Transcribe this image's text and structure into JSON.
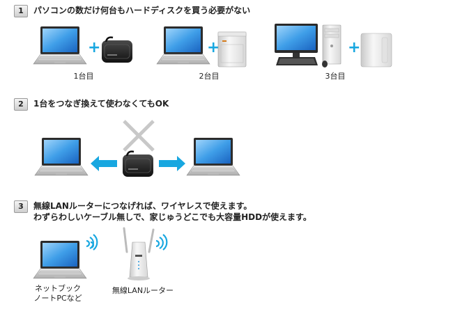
{
  "colors": {
    "accent": "#18a7e0",
    "screen": "#3f9ee8",
    "device": "#222222"
  },
  "section1": {
    "number": "1",
    "title": "パソコンの数だけ何台もハードディスクを買う必要がない",
    "captions": [
      "1台目",
      "2台目",
      "3台目"
    ],
    "plus": "+"
  },
  "section2": {
    "number": "2",
    "title": "1台をつなぎ換えて使わなくてもOK"
  },
  "section3": {
    "number": "3",
    "title_line1": "無線LANルーターにつなげれば、ワイヤレスで使えます。",
    "title_line2": "わずらわしいケーブル無しで、家じゅうどこでも大容量HDDが使えます。",
    "caption_laptop_line1": "ネットブック",
    "caption_laptop_line2": "ノートPCなど",
    "caption_router": "無線LANルーター"
  },
  "icons": [
    "laptop-icon",
    "portable-hdd-icon",
    "external-hdd-icon",
    "desktop-monitor-icon",
    "tower-pc-icon",
    "keyboard-icon",
    "mouse-icon",
    "cross-icon",
    "arrow-left-icon",
    "arrow-right-icon",
    "wifi-icon",
    "router-icon"
  ]
}
